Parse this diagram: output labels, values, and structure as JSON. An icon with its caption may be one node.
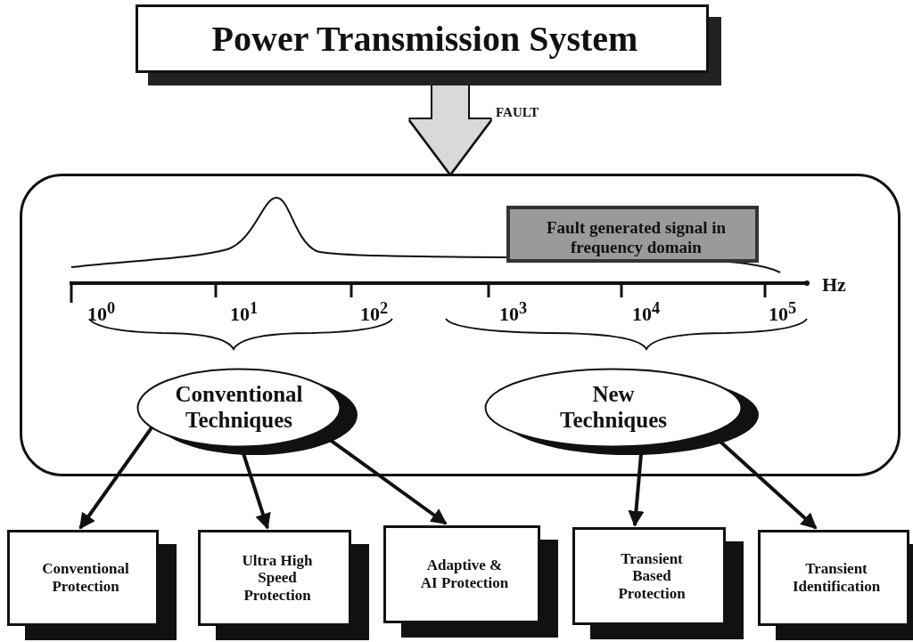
{
  "diagram": {
    "nodes": [
      {
        "text": [
          "Power Transmission System"
        ]
      },
      {
        "text": [],
        "shape": "box"
      },
      {
        "text": [
          "Fault generated signal in frequency domain"
        ],
        "in": 1
      },
      {
        "text": [
          "Conventional Techniques"
        ],
        "in": 1
      },
      {
        "text": [
          "New Techniques"
        ],
        "in": 1
      },
      {
        "text": [
          "Conventional Protection"
        ]
      },
      {
        "text": [
          "Ultra High Speed Protection"
        ]
      },
      {
        "text": [
          "Adaptive & AI Protection"
        ]
      },
      {
        "text": [
          "Transient Based Protection"
        ]
      },
      {
        "text": [
          "Transient Identification"
        ]
      }
    ],
    "edges": [
      {
        "from": 0,
        "to": 1,
        "arrow": "to",
        "label": "FAULT",
        "style": "thick",
        "color": "#d9d9d9"
      },
      {
        "from": 3,
        "to": 5,
        "arrow": "to"
      },
      {
        "from": 3,
        "to": 6,
        "arrow": "to"
      },
      {
        "from": 3,
        "to": 7,
        "arrow": "to"
      },
      {
        "from": 4,
        "to": 8,
        "arrow": "to"
      },
      {
        "from": 4,
        "to": 9,
        "arrow": "to"
      }
    ],
    "labels": [
      "10$^{0}$",
      "10$^{1}$",
      "10$^{2}$",
      "10$^{3}$",
      "10$^{4}$",
      "10$^{5}$",
      "Hz"
    ]
  }
}
